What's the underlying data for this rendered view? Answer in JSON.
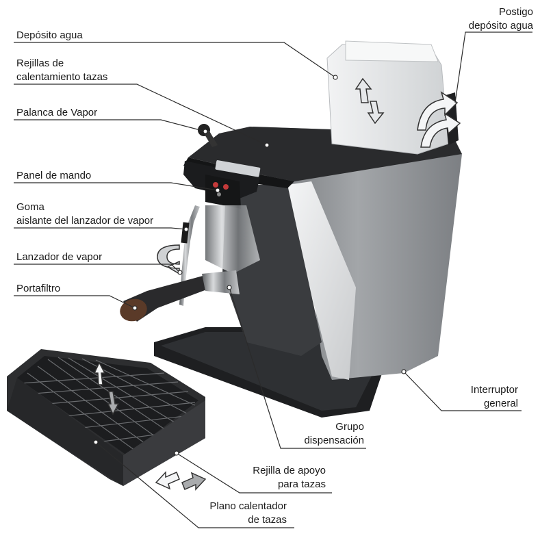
{
  "labels": {
    "deposito_agua": "Depósito agua",
    "rejillas_1": "Rejillas de",
    "rejillas_2": "calentamiento tazas",
    "palanca_vapor": "Palanca de Vapor",
    "panel_mando": "Panel de mando",
    "goma_1": "Goma",
    "goma_2": "aislante del lanzador de vapor",
    "lanzador_vapor": "Lanzador de vapor",
    "portafiltro": "Portafiltro",
    "postigo_1": "Postigo",
    "postigo_2": "depósito agua",
    "interruptor_1": "Interruptor",
    "interruptor_2": "general",
    "grupo_1": "Grupo",
    "grupo_2": "dispensación",
    "rejilla_apoyo_1": "Rejilla de apoyo",
    "rejilla_apoyo_2": "para tazas",
    "plano_1": "Plano calentador",
    "plano_2": "de tazas"
  },
  "colors": {
    "body_gray": "#8a8d90",
    "top_black": "#2a2b2d",
    "tank_white": "#ebedee",
    "arrow_gray": "#a9abad",
    "leader": "#2b2b2b"
  }
}
